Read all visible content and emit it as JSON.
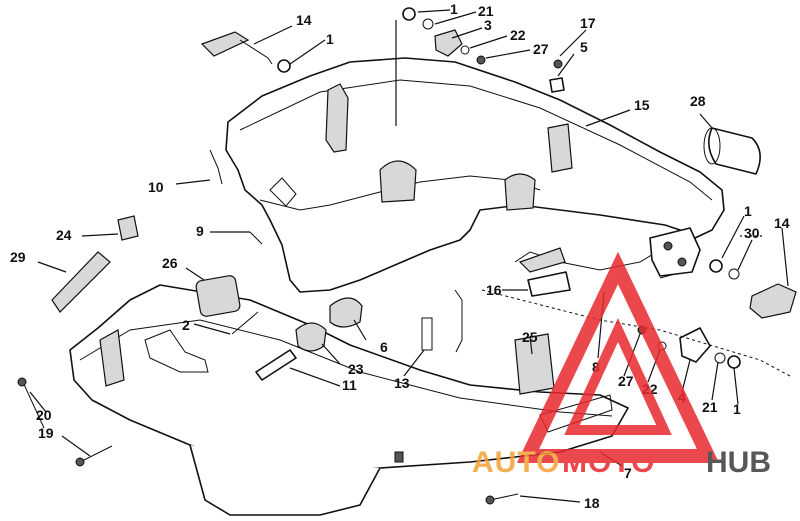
{
  "diagram": {
    "callouts": [
      {
        "id": "c1a",
        "text": "1"
      },
      {
        "id": "c21a",
        "text": "21"
      },
      {
        "id": "c3",
        "text": "3"
      },
      {
        "id": "c22a",
        "text": "22"
      },
      {
        "id": "c27a",
        "text": "27"
      },
      {
        "id": "c17",
        "text": "17"
      },
      {
        "id": "c5",
        "text": "5"
      },
      {
        "id": "c14a",
        "text": "14"
      },
      {
        "id": "c1b",
        "text": "1"
      },
      {
        "id": "c28",
        "text": "28"
      },
      {
        "id": "c15",
        "text": "15"
      },
      {
        "id": "c10",
        "text": "10"
      },
      {
        "id": "c9",
        "text": "9"
      },
      {
        "id": "c24",
        "text": "24"
      },
      {
        "id": "c29",
        "text": "29"
      },
      {
        "id": "c26",
        "text": "26"
      },
      {
        "id": "c2",
        "text": "2"
      },
      {
        "id": "c1c",
        "text": "1"
      },
      {
        "id": "c14b",
        "text": "14"
      },
      {
        "id": "c30",
        "text": "30"
      },
      {
        "id": "c16",
        "text": "16"
      },
      {
        "id": "c6",
        "text": "6"
      },
      {
        "id": "c23",
        "text": "23"
      },
      {
        "id": "c25",
        "text": "25"
      },
      {
        "id": "c8",
        "text": "8"
      },
      {
        "id": "c11",
        "text": "11"
      },
      {
        "id": "c13",
        "text": "13"
      },
      {
        "id": "c27b",
        "text": "27"
      },
      {
        "id": "c22b",
        "text": "22"
      },
      {
        "id": "c4",
        "text": "4"
      },
      {
        "id": "c21b",
        "text": "21"
      },
      {
        "id": "c1d",
        "text": "1"
      },
      {
        "id": "c20",
        "text": "20"
      },
      {
        "id": "c19",
        "text": "19"
      },
      {
        "id": "c7",
        "text": "7"
      },
      {
        "id": "c18",
        "text": "18"
      }
    ]
  },
  "watermark": {
    "auto": "AUTO",
    "moto": "MOTO",
    "hub": "HUB",
    "colors": {
      "triangle": "#e8292e",
      "auto": "#f4a233",
      "moto": "#e8292e",
      "hub": "#3a3a3a"
    }
  }
}
